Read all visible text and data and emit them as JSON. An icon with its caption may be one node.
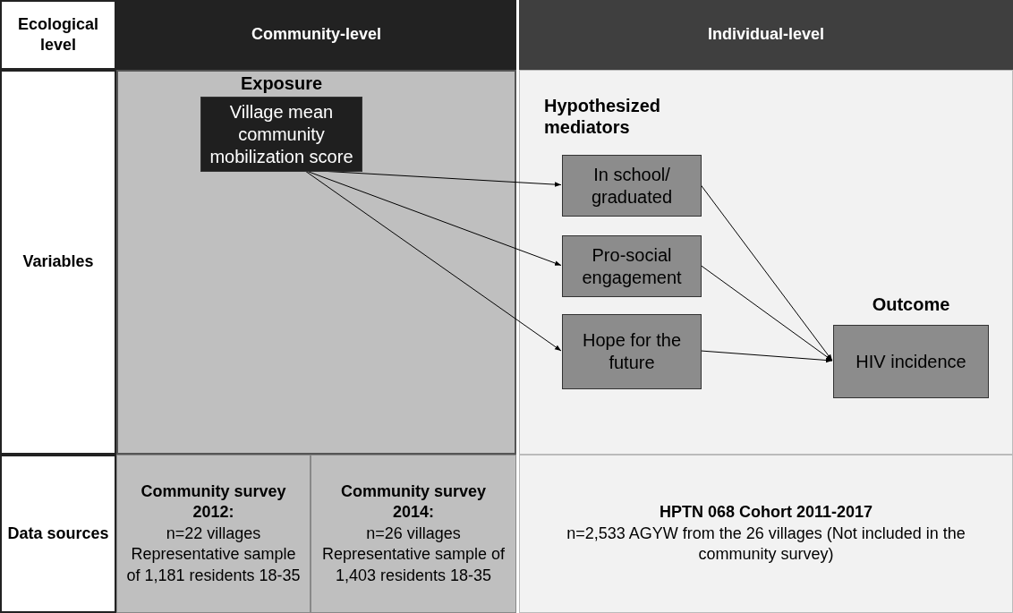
{
  "diagram": {
    "nodes": [
      {
        "text": [
          "Ecological level"
        ]
      },
      {
        "text": [
          "Community-level"
        ]
      },
      {
        "text": [
          "Individual-level"
        ]
      },
      {
        "text": [
          "Variables"
        ]
      },
      {
        "text": [],
        "shape": "box"
      },
      {
        "text": [
          "Exposure",
          "Village mean community mobilization score"
        ],
        "in": 4
      },
      {
        "text": [],
        "shape": "box"
      },
      {
        "text": [
          "In school/ graduated"
        ],
        "in": 6
      },
      {
        "text": [
          "Pro-social engagement"
        ],
        "in": 6
      },
      {
        "text": [
          "Hope for the future"
        ],
        "in": 6
      },
      {
        "text": [
          "Outcome",
          "HIV incidence"
        ],
        "in": 6
      },
      {
        "text": [
          "Data sources"
        ]
      },
      {
        "text": [
          "Community survey 2012:",
          "n=22 villages Representative sample of 1,181 residents 18-35"
        ]
      },
      {
        "text": [
          "Community survey 2014:",
          "n=26 villages Representative sample of 1,403 residents 18-35"
        ]
      },
      {
        "text": [
          "HPTN 068 Cohort 2011-2017",
          "n=2,533 AGYW from the 26 villages (Not included in the community survey)"
        ]
      }
    ],
    "edges": [
      {
        "from": 5,
        "to": 7,
        "arrow": "to"
      },
      {
        "from": 5,
        "to": 8,
        "arrow": "to"
      },
      {
        "from": 5,
        "to": 9,
        "arrow": "to"
      },
      {
        "from": 7,
        "to": 10,
        "arrow": "to"
      },
      {
        "from": 8,
        "to": 10,
        "arrow": "to"
      },
      {
        "from": 9,
        "to": 10,
        "arrow": "to"
      }
    ],
    "labels": [
      "Hypothesized mediators"
    ]
  }
}
